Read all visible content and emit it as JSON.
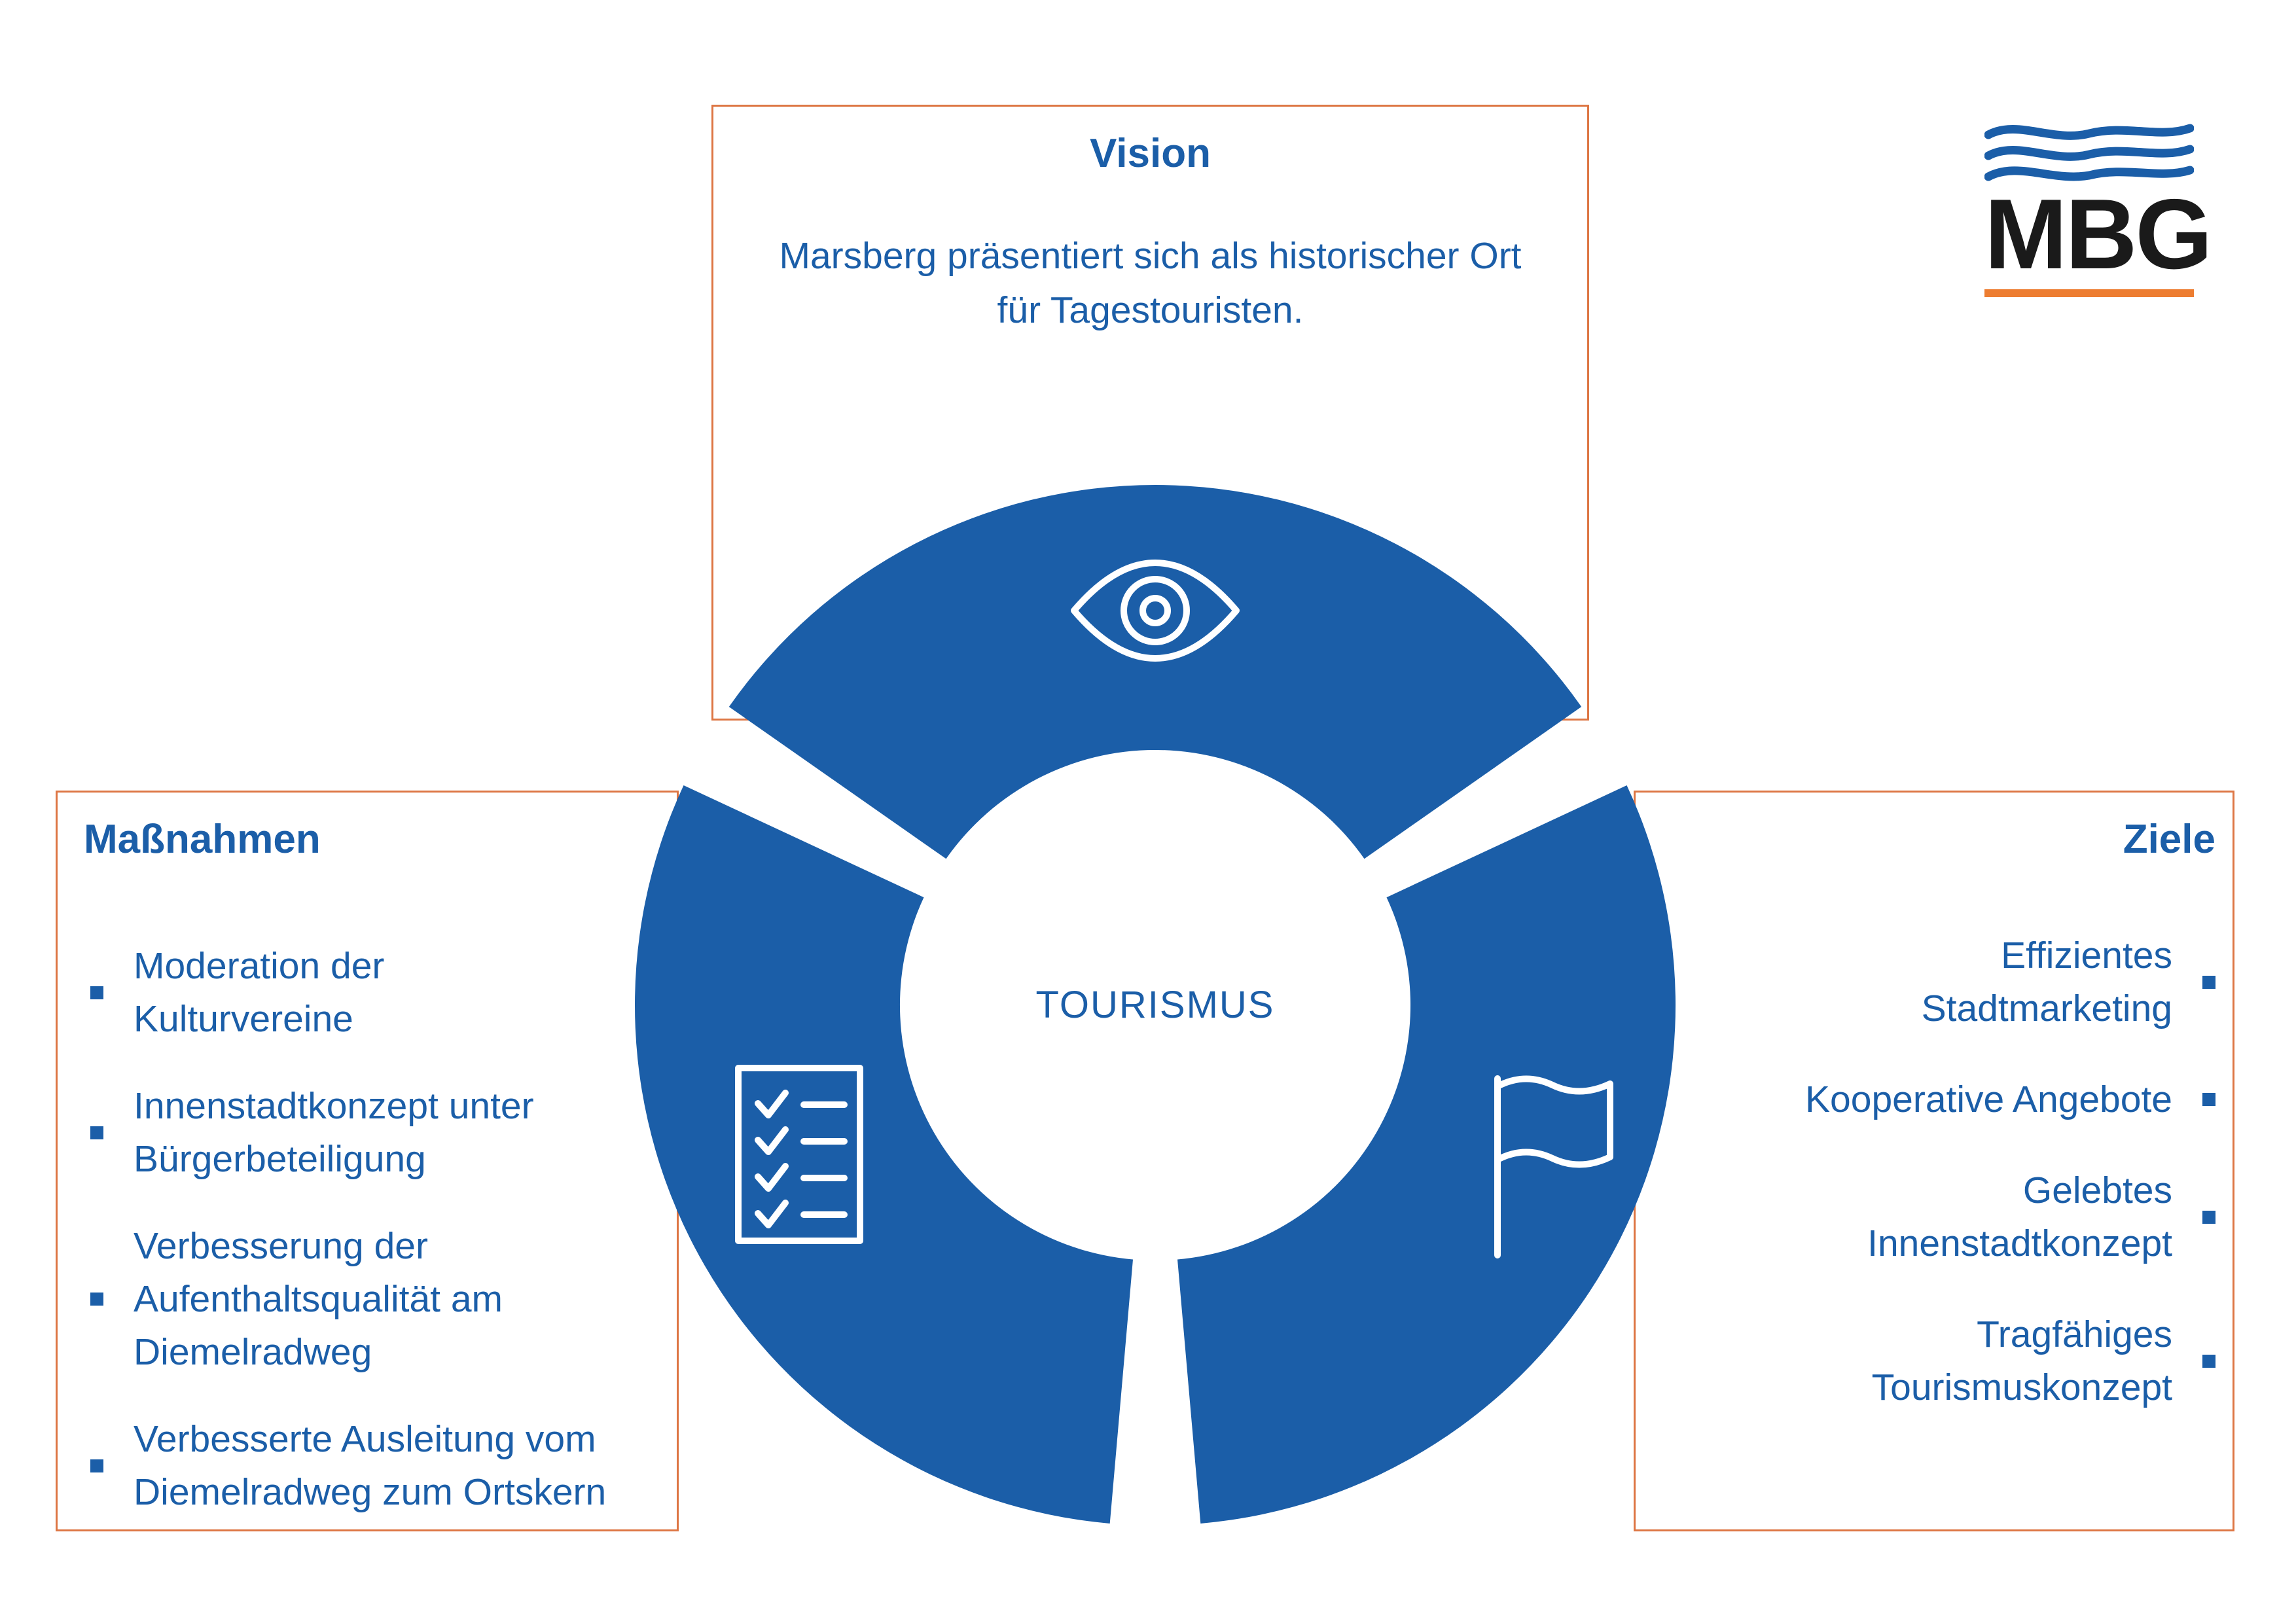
{
  "colors": {
    "blue": "#1B5EA8",
    "border-orange": "#DD7644",
    "accent-orange": "#ED7D31",
    "ink": "#1A1A1A"
  },
  "vision": {
    "title": "Vision",
    "body": "Marsberg präsentiert sich als historischer Ort\nfür Tagestouristen."
  },
  "massnahmen": {
    "title": "Maßnahmen",
    "items": [
      "Moderation der\nKulturvereine",
      "Innenstadtkonzept unter\nBürgerbeteiligung",
      "Verbesserung der\nAufenthaltsqualität am\nDiemelradweg",
      "Verbesserte Ausleitung vom\nDiemelradweg zum Ortskern"
    ]
  },
  "ziele": {
    "title": "Ziele",
    "items": [
      "Effizientes\nStadtmarketing",
      "Kooperative Angebote",
      "Gelebtes\nInnenstadtkonzept",
      "Tragfähiges\nTourismuskonzept"
    ]
  },
  "center": {
    "label": "TOURISMUS"
  },
  "logo": {
    "text": "MBG"
  }
}
